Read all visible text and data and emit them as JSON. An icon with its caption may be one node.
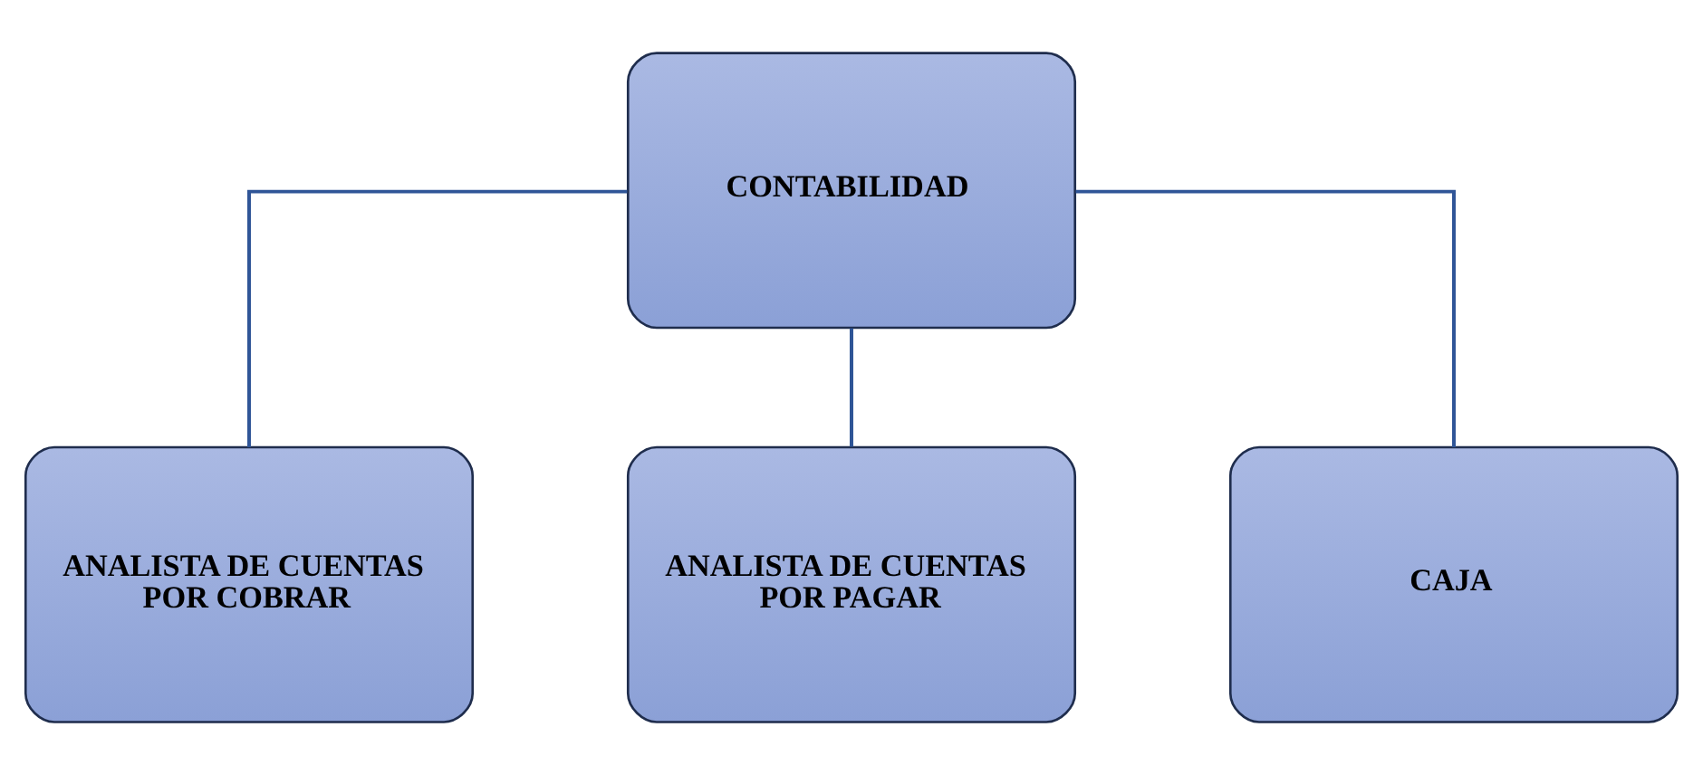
{
  "diagram": {
    "nodes": [
      {
        "text": [
          "CONTABILIDAD"
        ]
      },
      {
        "text": [
          "ANALISTA DE CUENTAS POR COBRAR"
        ]
      },
      {
        "text": [
          "ANALISTA DE CUENTAS POR PAGAR"
        ]
      },
      {
        "text": [
          "CAJA"
        ]
      }
    ],
    "edges": [
      {
        "from": 0,
        "to": 1,
        "arrow": "none"
      },
      {
        "from": 0,
        "to": 2,
        "arrow": "none"
      },
      {
        "from": 0,
        "to": 3,
        "arrow": "none"
      }
    ]
  }
}
